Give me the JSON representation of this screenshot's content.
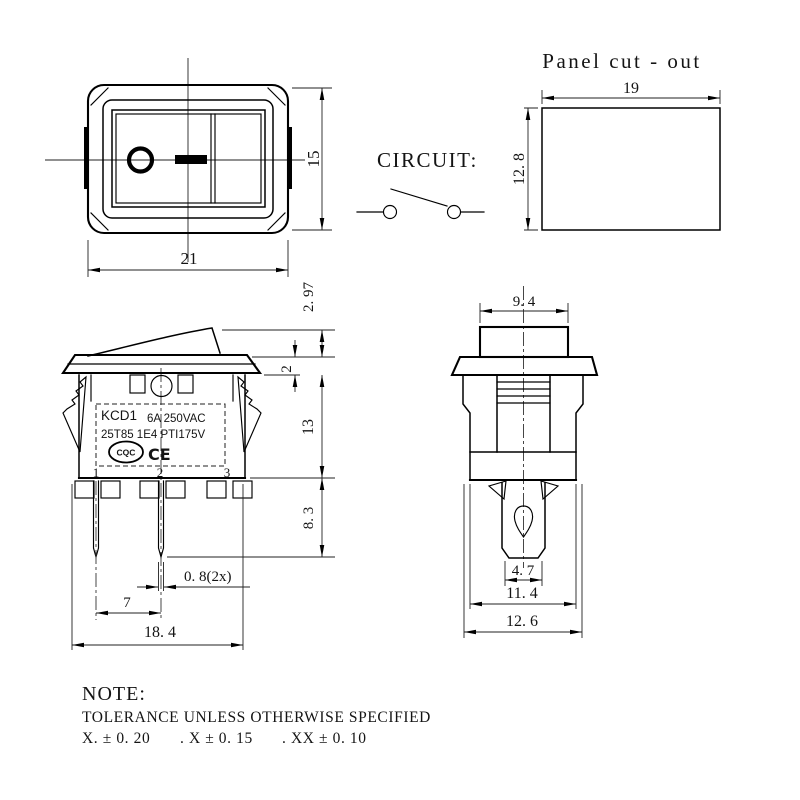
{
  "drawing": {
    "panel_cutout": {
      "title": "Panel cut - out",
      "dim_width": "19",
      "dim_height": "12. 8"
    },
    "circuit": {
      "label": "CIRCUIT:"
    },
    "front_view": {
      "dim_width": "21",
      "dim_height": "15"
    },
    "side_view": {
      "dim_rocker_height": "2. 97",
      "dim_flange_thickness": "2",
      "dim_body_height": "13",
      "dim_pin_length": "8. 3",
      "dim_pin_width": "0. 8(2x)",
      "dim_pin_pitch": "7",
      "dim_base_width": "18. 4",
      "marking_model": "KCD1",
      "marking_rating": "6A 250VAC",
      "marking_approvals": "25T85 1E4 PTI175V",
      "marking_cqc": "CQC",
      "marking_ce": "CE",
      "terminals": [
        "1",
        "2",
        "3"
      ]
    },
    "end_view": {
      "dim_actuator_width": "9. 4",
      "dim_terminal_width": "4. 7",
      "dim_inner_width": "11. 4",
      "dim_body_width": "12. 6"
    },
    "note": {
      "heading": "NOTE:",
      "line1": "TOLERANCE UNLESS OTHERWISE SPECIFIED",
      "tol1": "X. ± 0. 20",
      "tol2": ". X ± 0. 15",
      "tol3": ". XX ± 0. 10"
    }
  }
}
